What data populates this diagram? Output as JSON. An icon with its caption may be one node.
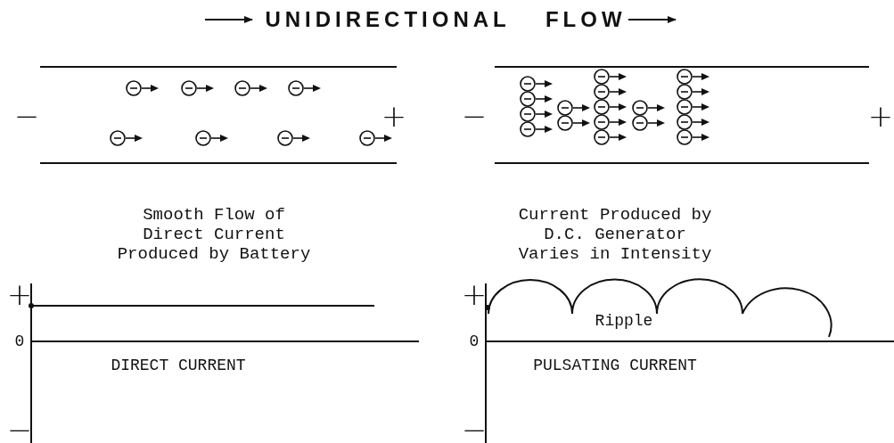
{
  "diagram": {
    "title": "UNIDIRECTIONAL FLOW",
    "labels": [
      "−",
      "+",
      "−",
      "+",
      "Smooth Flow of Direct Current Produced by Battery",
      "Current Produced by D.C. Generator Varies in Intensity",
      "+",
      "0",
      "DIRECT CURRENT",
      "+",
      "0",
      "Ripple",
      "PULSATING CURRENT",
      "−",
      "−"
    ]
  }
}
